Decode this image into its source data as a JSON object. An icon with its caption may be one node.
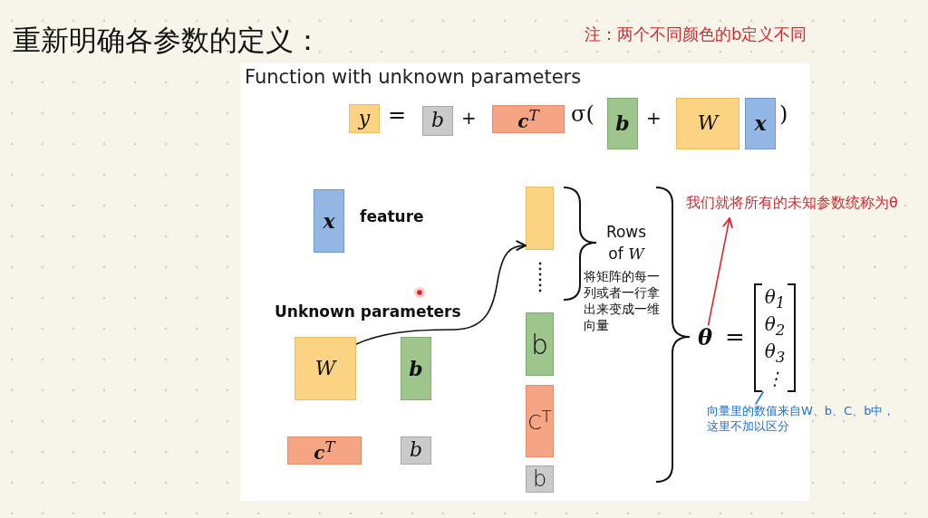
{
  "diagram": {
    "title": "重新明确各参数的定义：",
    "nodes": [
      {
        "text": [
          "Function with unknown parameters"
        ]
      },
      {
        "text": [
          "y"
        ],
        "in": 0
      },
      {
        "text": [
          "b"
        ],
        "in": 0
      },
      {
        "text": [
          "**c**$^{T}$"
        ],
        "in": 0
      },
      {
        "text": [
          "b"
        ],
        "in": 0
      },
      {
        "text": [
          "W"
        ],
        "in": 0
      },
      {
        "text": [
          "x"
        ],
        "in": 0
      },
      {
        "text": [
          "x"
        ],
        "beside": [
          "feature"
        ],
        "in": 0
      },
      {
        "text": [
          "W"
        ],
        "in": 0
      },
      {
        "text": [
          "b"
        ],
        "in": 0
      },
      {
        "text": [
          "**c**$^{T}$"
        ],
        "in": 0
      },
      {
        "text": [
          "b"
        ],
        "in": 0
      },
      {
        "text": [],
        "shape": "bar",
        "in": 0
      },
      {
        "text": [
          "b"
        ],
        "in": 0
      },
      {
        "text": [
          "C$^{T}$"
        ],
        "in": 0
      },
      {
        "text": [
          "b"
        ],
        "in": 0
      },
      {
        "text": [
          "θ"
        ],
        "in": 0
      },
      {
        "text": [
          "θ$_{1}$",
          "θ$_{2}$",
          "θ$_{3}$",
          "⋮"
        ],
        "in": 0
      },
      {
        "text": [
          "我们就将所有的未知参数统称为θ"
        ]
      },
      {
        "text": [
          "向量里的数值来自W、b、C、b中，这里不加以区分"
        ]
      }
    ],
    "edges": [
      {
        "from": 8,
        "to": 12,
        "arrow": "to"
      },
      {
        "from": 16,
        "to": 18,
        "arrow": "to",
        "color": "#e3242b"
      },
      {
        "from": 19,
        "to": 17,
        "arrow": "none",
        "color": "#1f6fe5"
      }
    ],
    "labels": [
      "注：两个不同颜色的b定义不同",
      "=",
      "+",
      "σ(",
      "+",
      ")",
      "Rows of *W*",
      "将矩阵的每一列或者一行拿出来变成一维向量",
      "Unknown parameters",
      "="
    ]
  }
}
